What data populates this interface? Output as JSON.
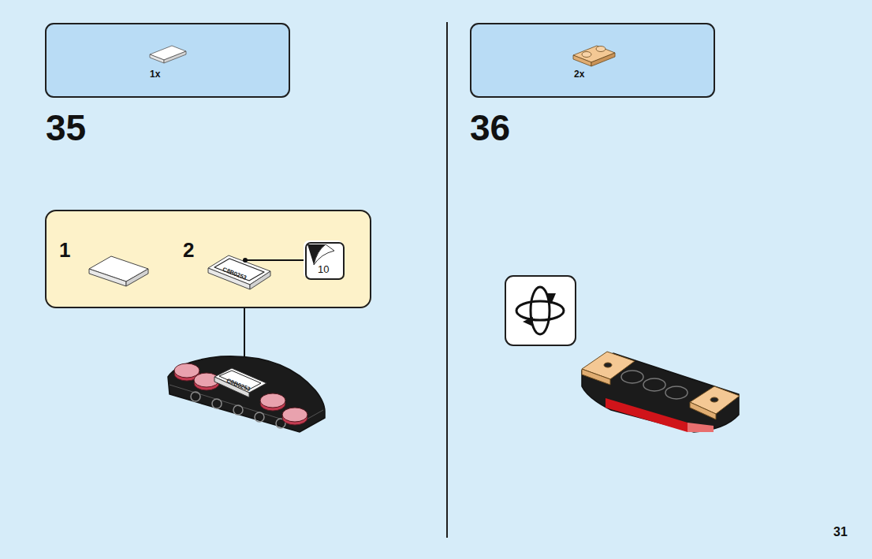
{
  "diagram": {
    "nodes": [
      {
        "text": [
          "1x"
        ]
      },
      {
        "text": [
          "1",
          "2"
        ]
      },
      {
        "text": [
          "10"
        ],
        "in": 1
      },
      {
        "text": [
          "2x"
        ]
      }
    ],
    "labels": [
      "35",
      "C8B0253",
      "C8B0253",
      "36",
      "31"
    ]
  }
}
